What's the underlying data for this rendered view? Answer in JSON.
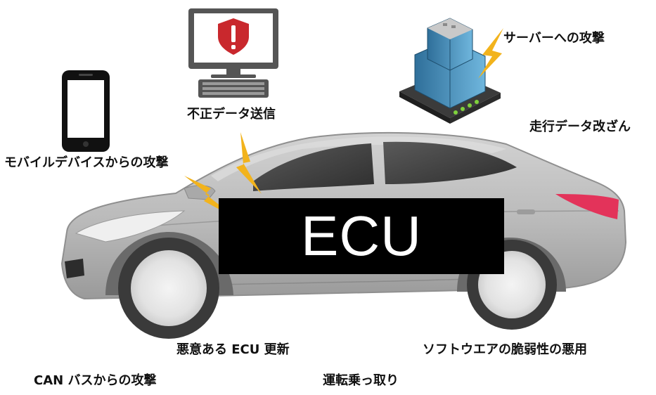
{
  "ecu_label": "ECU",
  "labels": {
    "mobile_attack": "モバイルデバイスからの攻撃",
    "illegal_data": "不正データ送信",
    "server_attack": "サーバーへの攻撃",
    "data_tamper": "走行データ改ざん",
    "malicious_update": "悪意ある ECU 更新",
    "software_vuln": "ソフトウエアの脆弱性の悪用",
    "can_attack": "CAN バスからの攻撃",
    "hijack": "運転乗っ取り"
  },
  "colors": {
    "bolt": "#f2b31c",
    "car_body": "#b8b8b8",
    "ecu_background": "#000000",
    "tail_light": "#e3335a",
    "alert_shield": "#c9282d"
  },
  "icons": [
    "smartphone-icon",
    "computer-icon",
    "warning-shield-icon",
    "server-building-icon",
    "lightning-icon",
    "car-icon"
  ]
}
